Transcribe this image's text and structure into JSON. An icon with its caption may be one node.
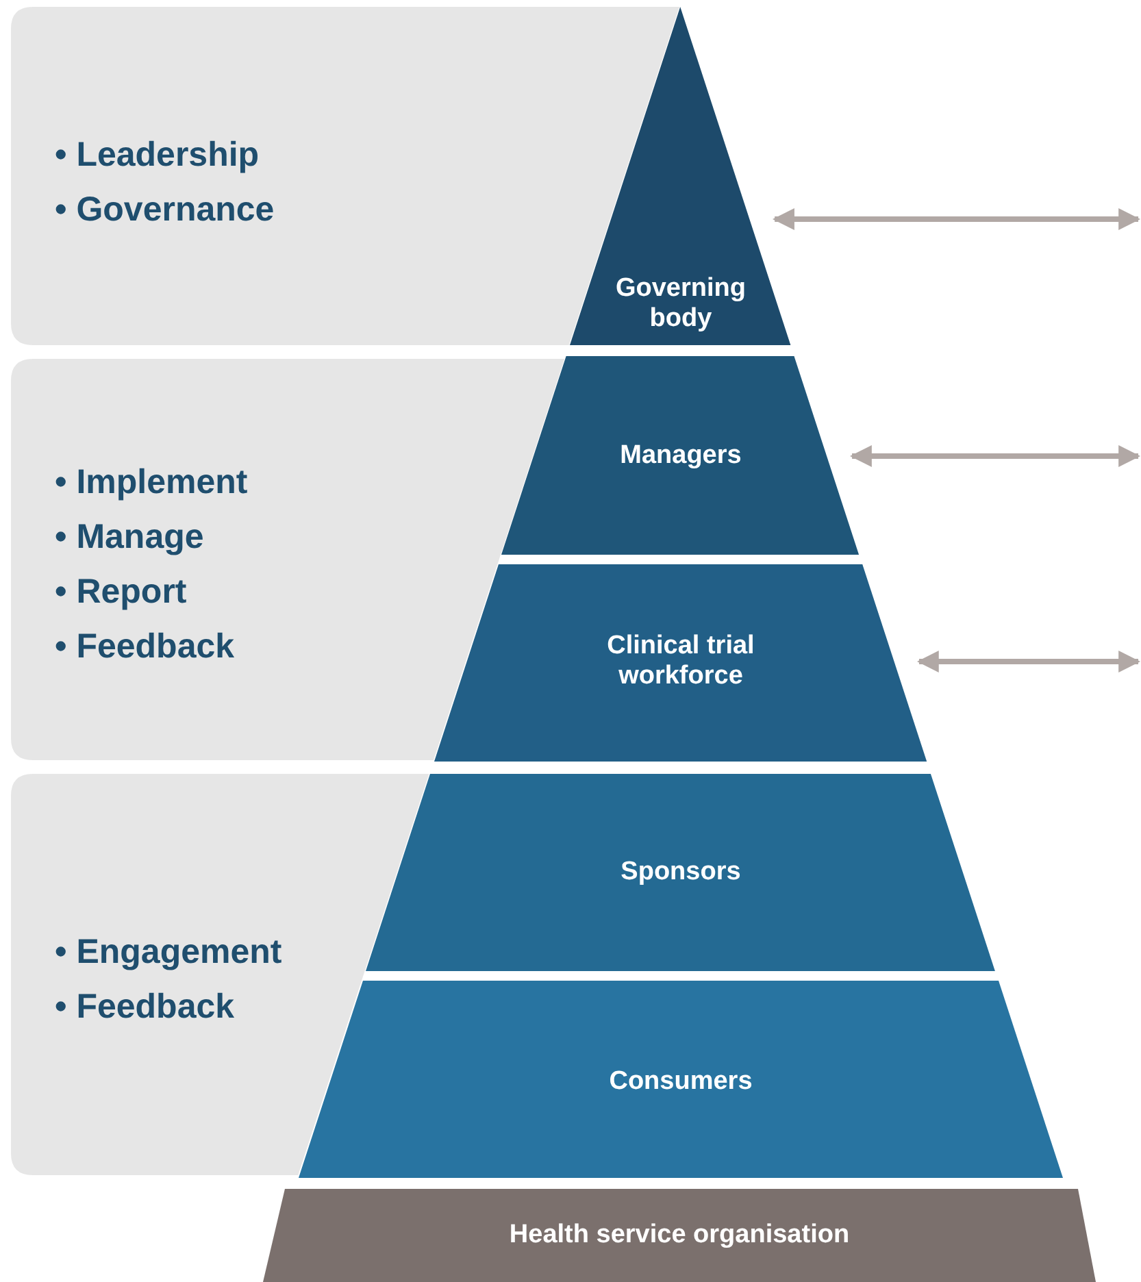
{
  "diagram": {
    "nodes": [
      {
        "text": [
          "• Leadership",
          "• Governance"
        ]
      },
      {
        "text": [
          "• Implement",
          "• Manage",
          "• Report",
          "• Feedback"
        ]
      },
      {
        "text": [
          "• Engagement",
          "• Feedback"
        ]
      },
      {
        "text": [
          "Governing body"
        ]
      },
      {
        "text": [
          "Managers"
        ]
      },
      {
        "text": [
          "Clinical trial workforce"
        ]
      },
      {
        "text": [
          "Sponsors"
        ]
      },
      {
        "text": [
          "Consumers"
        ]
      },
      {
        "text": [
          "Health service organisation"
        ]
      }
    ],
    "edges": [
      {
        "from": 3,
        "to": null,
        "arrow": "both"
      },
      {
        "from": 4,
        "to": null,
        "arrow": "both"
      },
      {
        "from": 5,
        "to": null,
        "arrow": "both"
      }
    ]
  }
}
